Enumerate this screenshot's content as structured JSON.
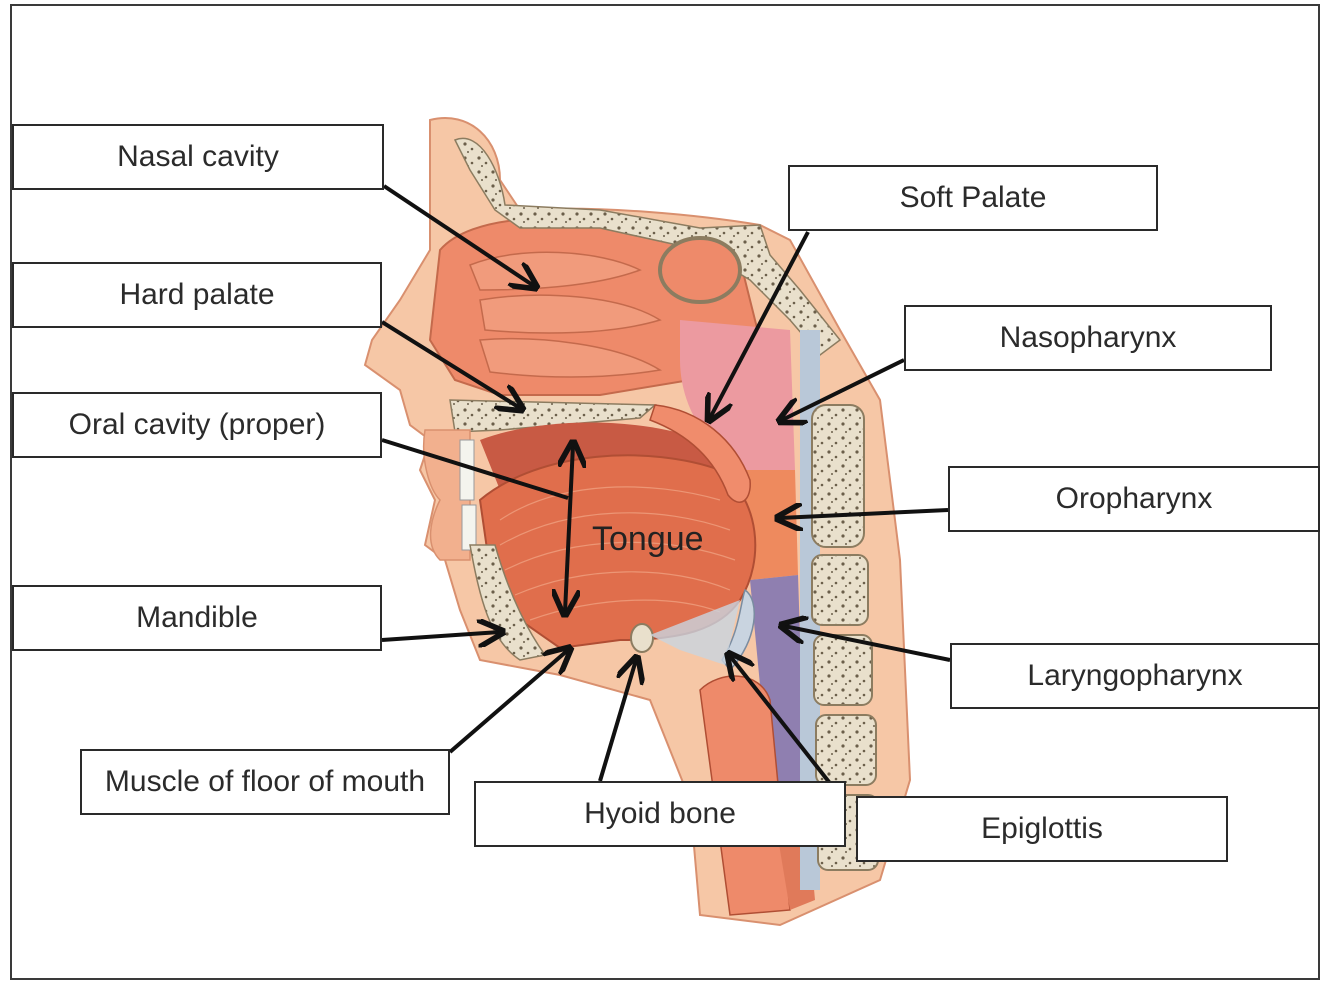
{
  "labels": {
    "nasal_cavity": "Nasal cavity",
    "hard_palate": "Hard palate",
    "oral_cavity": "Oral cavity (proper)",
    "mandible": "Mandible",
    "muscle_floor": "Muscle of floor of mouth",
    "hyoid_bone": "Hyoid bone",
    "epiglottis": "Epiglottis",
    "soft_palate": "Soft Palate",
    "nasopharynx": "Nasopharynx",
    "oropharynx": "Oropharynx",
    "laryngopharynx": "Laryngopharynx",
    "tongue": "Tongue"
  },
  "colors": {
    "skin": "#f6c7a6",
    "tissue": "#ee8a6a",
    "muscle": "#e06e4c",
    "bone": "#e9e0cc",
    "pharynx_pink": "#ec9aa0",
    "pharynx_purple": "#8f7fb0",
    "arrow": "#111111",
    "box_border": "#2a2a2a"
  }
}
